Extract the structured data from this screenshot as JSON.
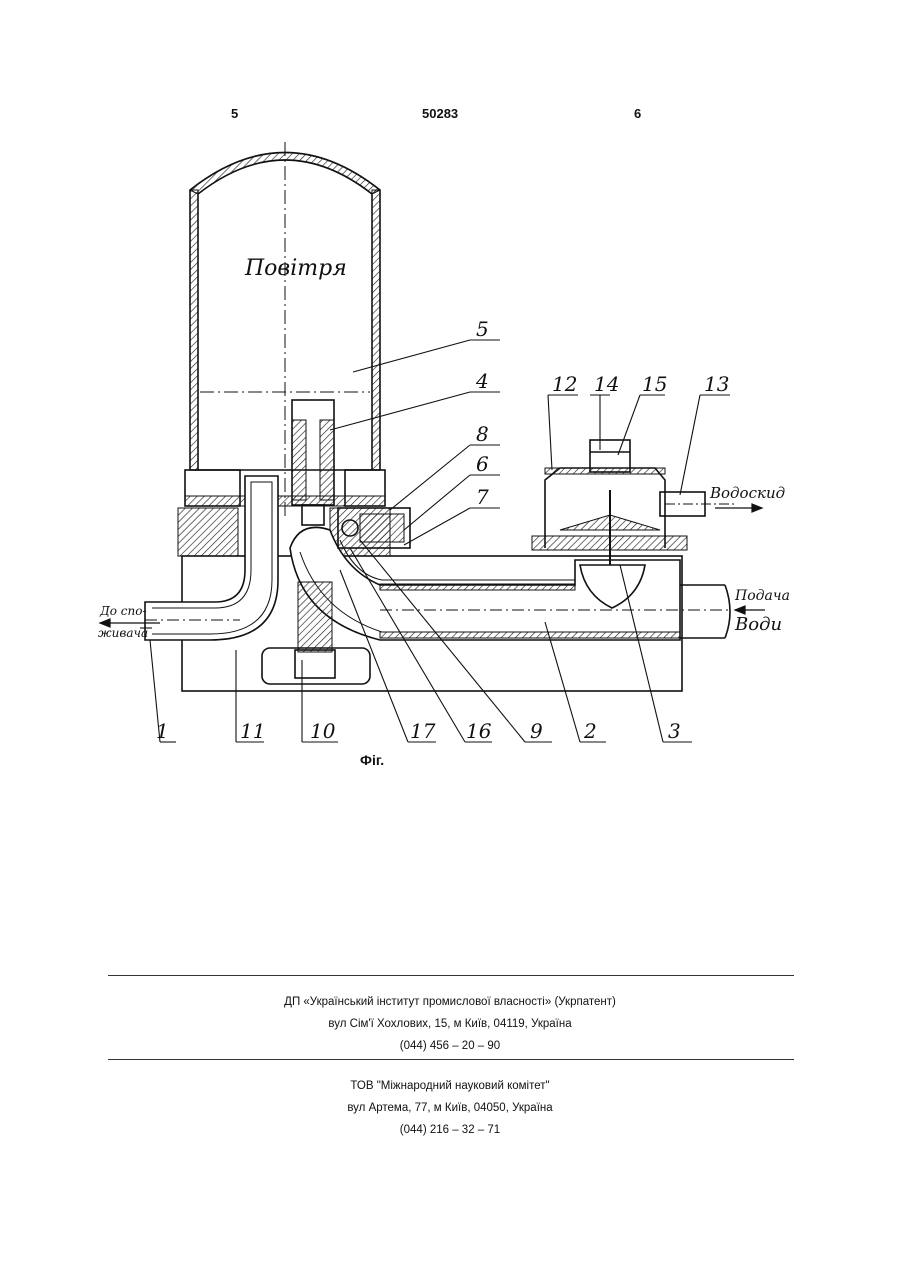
{
  "header": {
    "page_left": "5",
    "patent_number": "50283",
    "page_right": "6"
  },
  "figure": {
    "caption": "Фіг.",
    "label_air": "Повітря",
    "label_to_consumer_1": "До спо-",
    "label_to_consumer_2": "живача",
    "label_drain": "Водоскид",
    "label_supply_1": "Подача",
    "label_supply_2": "Води",
    "callouts": [
      "1",
      "2",
      "3",
      "4",
      "5",
      "6",
      "7",
      "8",
      "9",
      "10",
      "11",
      "12",
      "13",
      "14",
      "15",
      "16",
      "17"
    ]
  },
  "footer": {
    "org1_name": "ДП «Український інститут промислової власності» (Укрпатент)",
    "org1_address": "вул  Сім'ї Хохлових, 15, м  Київ, 04119, Україна",
    "org1_phone": "(044) 456 – 20 –  90",
    "org2_name": "ТОВ \"Міжнародний науковий комітет\"",
    "org2_address": "вул  Артема, 77, м  Київ, 04050, Україна",
    "org2_phone": "(044) 216 – 32 – 71"
  }
}
